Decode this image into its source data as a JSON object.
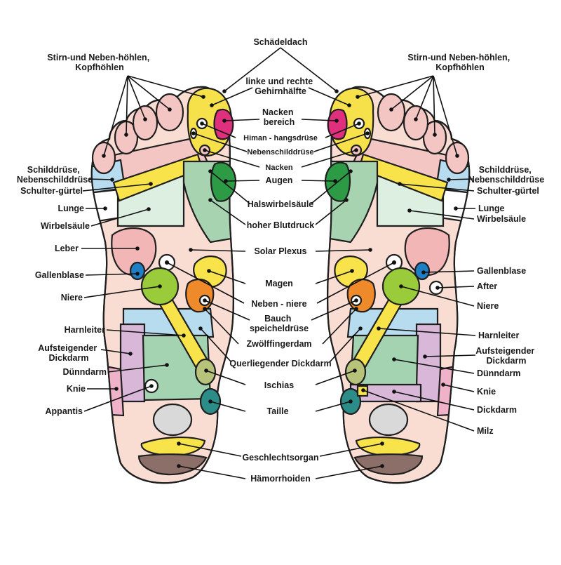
{
  "colors": {
    "outline": "#1f1f1f",
    "sole": "#f9ddd3",
    "toe_pink": "#f4c6c3",
    "head_yellow": "#f7e14b",
    "neck_magenta": "#e0307d",
    "eye_green": "#2d9a46",
    "neck_area_green": "#a7d3b0",
    "light_blue": "#b7dcef",
    "yellow": "#f8e34a",
    "light_green": "#dcefe0",
    "liver_pink": "#f3b6b7",
    "gall_blue": "#1f7fc4",
    "kidney_green": "#9acb3b",
    "adrenal_orange": "#ef8a2b",
    "lavender": "#d8b7d8",
    "intestine_green": "#a4d3b2",
    "olive": "#b7c27a",
    "teal": "#2b8c88",
    "heel_gray": "#d9d9d9",
    "brown": "#8c6f68",
    "knee_pink": "#efb2c8"
  },
  "labels": {
    "schaedeldach": "Schädeldach",
    "stirn_l": [
      "Stirn-und Neben-höhlen,",
      "Kopfhöhlen"
    ],
    "stirn_r": [
      "Stirn-und Neben-höhlen,",
      "Kopfhöhlen"
    ],
    "gehirn": [
      "linke und rechte",
      "Gehirnhälfte"
    ],
    "nacken_bereich": [
      "Nacken",
      "bereich"
    ],
    "himan": "Himan - hangsdrüse",
    "nebenschild": "Nebenschilddrüse",
    "nacken": "Nacken",
    "augen": "Augen",
    "halswirbel": "Halswirbelsäule",
    "blutdruck": "hoher Blutdruck",
    "solar": "Solar Plexus",
    "magen": "Magen",
    "nebenniere": "Neben - niere",
    "bauch": [
      "Bauch",
      "speicheldrüse"
    ],
    "zwoelf": "Zwölffingerdam",
    "querliegender": "Querliegender Dickdarm",
    "ischias": "Ischias",
    "taille": "Taille",
    "geschlecht": "Geschlechtsorgan",
    "haemorrhoiden": "Hämorrhoiden",
    "schild_l": [
      "Schilddrüse,",
      "Nebenschilddrüse"
    ],
    "schulter_l": "Schulter-gürtel",
    "lunge_l": "Lunge",
    "wirbel_l": "Wirbelsäule",
    "leber": "Leber",
    "galle_l": "Gallenblase",
    "niere_l": "Niere",
    "harnleiter_l": "Harnleiter",
    "aufsteig_l": [
      "Aufsteigender",
      "Dickdarm"
    ],
    "duenndarm_l": "Dünndarm",
    "knie_l": "Knie",
    "appantis": "Appantis",
    "schild_r": [
      "Schilddrüse,",
      "Nebenschilddrüse"
    ],
    "schulter_r": "Schulter-gürtel",
    "lunge_r": "Lunge",
    "wirbel_r": "Wirbelsäule",
    "galle_r": "Gallenblase",
    "after": "After",
    "niere_r": "Niere",
    "harnleiter_r": "Harnleiter",
    "aufsteig_r": [
      "Aufsteigender",
      "Dickdarm"
    ],
    "duenndarm_r": "Dünndarm",
    "knie_r": "Knie",
    "dickdarm_r": "Dickdarm",
    "milz": "Milz"
  }
}
